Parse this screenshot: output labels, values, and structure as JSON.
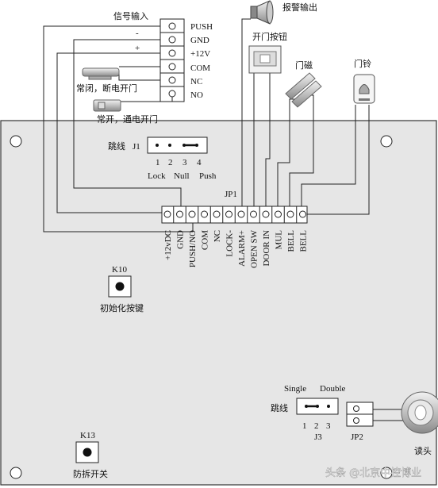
{
  "signal_input": {
    "title": "信号输入",
    "minus": "-",
    "plus": "+",
    "terminals": [
      "PUSH",
      "GND",
      "+12V",
      "COM",
      "NC",
      "NO"
    ]
  },
  "alarm_output": "报警输出",
  "exit_button": "开门按钮",
  "door_contact": "门磁",
  "doorbell": "门铃",
  "lock_nc": "常闭，断电开门",
  "lock_no": "常开，通电开门",
  "j1": {
    "prefix": "跳线",
    "name": "J1",
    "numbers": [
      "1",
      "2",
      "3",
      "4"
    ],
    "modes": [
      "Lock",
      "Null",
      "Push"
    ]
  },
  "jp1": {
    "name": "JP1",
    "pins": [
      "+12vDC",
      "GND",
      "PUSH/NO",
      "COM",
      "NC",
      "LOCK-",
      "ALARM+",
      "OPEN SW",
      "DOOR IN",
      "MUL",
      "BELL",
      "BELL"
    ]
  },
  "k10": {
    "name": "K10",
    "label": "初始化按键"
  },
  "j3": {
    "prefix": "跳线",
    "modes": [
      "Single",
      "Double"
    ],
    "numbers": [
      "1",
      "2",
      "3"
    ],
    "name": "J3"
  },
  "jp2": {
    "name": "JP2"
  },
  "reader": "读头",
  "k13": {
    "name": "K13",
    "label": "防拆开关"
  },
  "watermark": "头条 @北京中控博业"
}
